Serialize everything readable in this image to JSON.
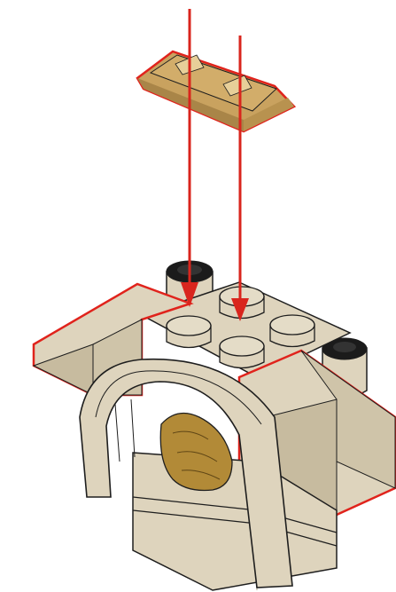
{
  "diagram": {
    "kind": "assembly-instruction-step",
    "palette": {
      "background": "#ffffff",
      "tile": "#c9a25f",
      "tile_shade": "#a98548",
      "brick": "#ded4bd",
      "brick_shade": "#c7bb9f",
      "brick_dark": "#b0a385",
      "outline": "#1e1e1e",
      "highlight": "#e0231c",
      "arrow": "#d9251d",
      "figure": "#b28a37",
      "stud_black": "#1b1b1b"
    },
    "parts": [
      {
        "id": "tile-1x2-grille",
        "color_name": "tan",
        "role": "new-part"
      },
      {
        "id": "arch-brick",
        "color_name": "light-tan",
        "role": "existing"
      },
      {
        "id": "studs",
        "count": 4,
        "role": "existing"
      },
      {
        "id": "golden-figure",
        "role": "existing"
      }
    ],
    "arrows": [
      {
        "id": "arrow-left",
        "direction": "down"
      },
      {
        "id": "arrow-right",
        "direction": "down"
      }
    ]
  }
}
